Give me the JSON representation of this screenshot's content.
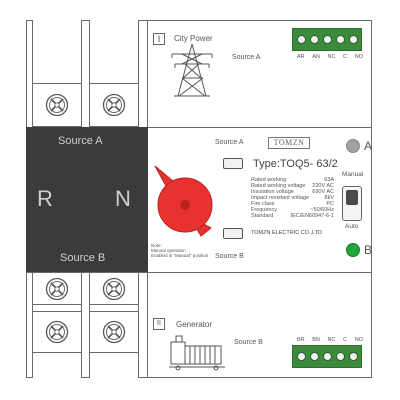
{
  "labels": {
    "city_power": "City Power",
    "source_a_top": "Source A",
    "source_a_center": "Source A",
    "source_a_panel": "Source A",
    "source_b_panel": "Source B",
    "source_b_center": "Source B",
    "source_b_bottom": "Source B",
    "generator": "Generator",
    "r": "R",
    "n": "N",
    "manual": "Manual",
    "auto": "Auto",
    "indicator_a": "A",
    "indicator_b": "B",
    "note_line1": "Note:",
    "note_line2": "Manual operation",
    "note_line3": "Enabled in \"Manual\" position",
    "logo": "TOMZN",
    "type": "Type:TOQ5-  63/2",
    "company": "TOMZN ELECTRIC CO.,LTD",
    "icon_i": "I",
    "icon_ii": "II"
  },
  "ratings": [
    {
      "name": "Rated working",
      "value": "63A"
    },
    {
      "name": "Rated working voltage",
      "value": "220V AC"
    },
    {
      "name": "Insulation voltage",
      "value": "690V AC"
    },
    {
      "name": "Impact resistant voltage",
      "value": "8kV"
    },
    {
      "name": "Fire class",
      "value": "PC"
    },
    {
      "name": "Frequency",
      "value": "~50/60Hz"
    },
    {
      "name": "Standard",
      "value": "IEC/EN60947-6-1"
    }
  ],
  "terminals_top": [
    "AR",
    "AN",
    "NC",
    "C",
    "NO"
  ],
  "terminals_bottom": [
    "BR",
    "BN",
    "NC",
    "C",
    "NO"
  ],
  "colors": {
    "handle": "#e8322f",
    "led_a": "#a0a0a0",
    "led_b": "#22a63a",
    "terminal_green": "#3c8a3c",
    "panel_dark": "#3b3b3b"
  }
}
